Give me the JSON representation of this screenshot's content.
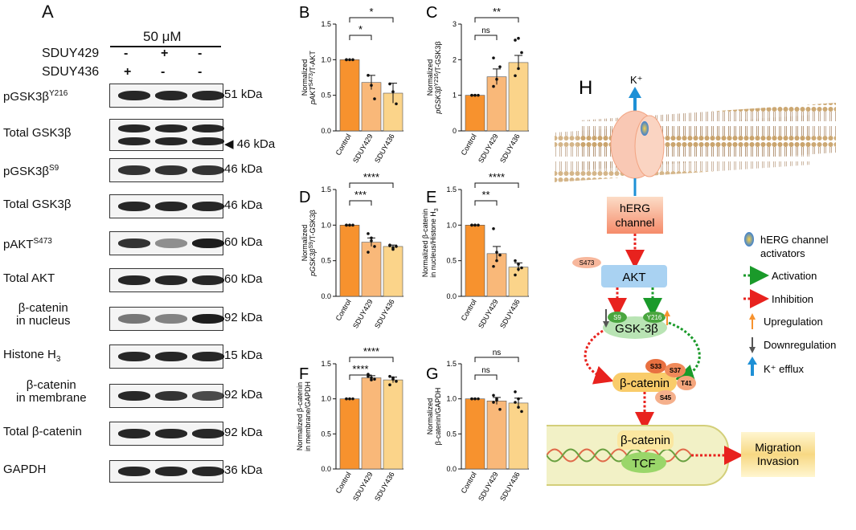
{
  "panelA": {
    "letter": "A",
    "dose": "50 μM",
    "treatments": [
      {
        "name": "SDUY429",
        "signs": [
          "-",
          "+",
          "-"
        ]
      },
      {
        "name": "SDUY436",
        "signs": [
          "+",
          "-",
          "-"
        ]
      }
    ],
    "blots": [
      {
        "label_main": "pGSK3β",
        "label_sup": "Y216",
        "kda": "51 kDa"
      },
      {
        "label_main": "Total GSK3β",
        "label_sup": "",
        "kda": "46 kDa",
        "arrow": "◀"
      },
      {
        "label_main": "pGSK3β",
        "label_sup": "S9",
        "kda": "46 kDa"
      },
      {
        "label_main": "Total GSK3β",
        "label_sup": "",
        "kda": "46 kDa"
      },
      {
        "label_main": "pAKT",
        "label_sup": "S473",
        "kda": "60 kDa"
      },
      {
        "label_main": "Total AKT",
        "label_sup": "",
        "kda": "60 kDa"
      },
      {
        "label_main": "β-catenin",
        "label_line2": "in nucleus",
        "kda": "92 kDa"
      },
      {
        "label_main": "Histone H",
        "label_sub": "3",
        "kda": "15 kDa"
      },
      {
        "label_main": "β-catenin",
        "label_line2": "in membrane",
        "kda": "92 kDa"
      },
      {
        "label_main": "Total β-catenin",
        "label_sup": "",
        "kda": "92 kDa"
      },
      {
        "label_main": "GAPDH",
        "label_sup": "",
        "kda": "36 kDa"
      }
    ]
  },
  "chart_data": [
    {
      "letter": "B",
      "type": "bar",
      "ylabel_line1": "Normalized",
      "ylabel_line2": "pAKT",
      "ylabel_sup": "S473",
      "ylabel_rest": "/T-AKT",
      "categories": [
        "Control",
        "SDUY429",
        "SDUY436"
      ],
      "values": [
        1.0,
        0.68,
        0.53
      ],
      "errors": [
        0,
        0.1,
        0.14
      ],
      "points": [
        [
          1,
          1,
          1,
          1
        ],
        [
          0.78,
          0.64,
          0.45
        ],
        [
          0.66,
          0.55,
          0.38
        ]
      ],
      "ylim": [
        0,
        1.5
      ],
      "yticks": [
        "0.0",
        "0.5",
        "1.0",
        "1.5"
      ],
      "comparisons": [
        {
          "from": 0,
          "to": 1,
          "label": "*"
        },
        {
          "from": 0,
          "to": 2,
          "label": "*"
        }
      ]
    },
    {
      "letter": "C",
      "type": "bar",
      "ylabel_line1": "Normalized",
      "ylabel_line2": "pGSK3β",
      "ylabel_sup": "Y216",
      "ylabel_rest": "/T-GSK3β",
      "categories": [
        "Control",
        "SDUY429",
        "SDUY436"
      ],
      "values": [
        1.0,
        1.52,
        1.92
      ],
      "errors": [
        0,
        0.22,
        0.2
      ],
      "points": [
        [
          1,
          1,
          1,
          1,
          1
        ],
        [
          1.25,
          1.45,
          1.8,
          2.05
        ],
        [
          1.55,
          1.75,
          2.2,
          2.55,
          2.6
        ]
      ],
      "ylim": [
        0,
        3
      ],
      "yticks": [
        "0",
        "1",
        "2",
        "3"
      ],
      "comparisons": [
        {
          "from": 0,
          "to": 1,
          "label": "ns"
        },
        {
          "from": 0,
          "to": 2,
          "label": "**"
        }
      ]
    },
    {
      "letter": "D",
      "type": "bar",
      "ylabel_line1": "Normalized",
      "ylabel_line2": "pGSK3β",
      "ylabel_sup": "S9",
      "ylabel_rest": "/T-GSK3β",
      "categories": [
        "Control",
        "SDUY429",
        "SDUY436"
      ],
      "values": [
        1.0,
        0.76,
        0.7
      ],
      "errors": [
        0,
        0.06,
        0.02
      ],
      "points": [
        [
          1,
          1,
          1,
          1,
          1
        ],
        [
          0.88,
          0.82,
          0.7,
          0.62,
          0.78
        ],
        [
          0.72,
          0.68,
          0.7,
          0.71,
          0.66
        ]
      ],
      "ylim": [
        0,
        1.5
      ],
      "yticks": [
        "0.0",
        "0.5",
        "1.0",
        "1.5"
      ],
      "comparisons": [
        {
          "from": 0,
          "to": 1,
          "label": "***"
        },
        {
          "from": 0,
          "to": 2,
          "label": "****"
        }
      ]
    },
    {
      "letter": "E",
      "type": "bar",
      "ylabel_line1": "Normalized β-catenin",
      "ylabel_line2": "in nucleus/Histone H",
      "ylabel_sub": "3",
      "categories": [
        "Control",
        "SDUY429",
        "SDUY436"
      ],
      "values": [
        1.0,
        0.6,
        0.41
      ],
      "errors": [
        0,
        0.1,
        0.06
      ],
      "points": [
        [
          1,
          1,
          1,
          1,
          1
        ],
        [
          0.95,
          0.62,
          0.58,
          0.42,
          0.5
        ],
        [
          0.5,
          0.45,
          0.4,
          0.3,
          0.38
        ]
      ],
      "ylim": [
        0,
        1.5
      ],
      "yticks": [
        "0.0",
        "0.5",
        "1.0",
        "1.5"
      ],
      "comparisons": [
        {
          "from": 0,
          "to": 1,
          "label": "**"
        },
        {
          "from": 0,
          "to": 2,
          "label": "****"
        }
      ]
    },
    {
      "letter": "F",
      "type": "bar",
      "ylabel_line1": "Normalized β-catenin",
      "ylabel_line2": "in membrane/GAPDH",
      "categories": [
        "Control",
        "SDUY429",
        "SDUY436"
      ],
      "values": [
        1.0,
        1.3,
        1.27
      ],
      "errors": [
        0,
        0.03,
        0.04
      ],
      "points": [
        [
          1,
          1,
          1,
          1,
          1
        ],
        [
          1.35,
          1.3,
          1.28,
          1.32,
          1.27
        ],
        [
          1.32,
          1.28,
          1.25,
          1.2,
          1.3
        ]
      ],
      "ylim": [
        0,
        1.5
      ],
      "yticks": [
        "0.0",
        "0.5",
        "1.0",
        "1.5"
      ],
      "comparisons": [
        {
          "from": 0,
          "to": 1,
          "label": "****"
        },
        {
          "from": 0,
          "to": 2,
          "label": "****"
        }
      ]
    },
    {
      "letter": "G",
      "type": "bar",
      "ylabel_line1": "Normalized",
      "ylabel_line2": "β-catenin/GAPDH",
      "categories": [
        "Control",
        "SDUY429",
        "SDUY436"
      ],
      "values": [
        1.0,
        0.97,
        0.94
      ],
      "errors": [
        0,
        0.05,
        0.07
      ],
      "points": [
        [
          1,
          1,
          1,
          1,
          1
        ],
        [
          1.05,
          0.98,
          0.85,
          0.95,
          1.0
        ],
        [
          1.1,
          1.0,
          0.82,
          0.95,
          0.88
        ]
      ],
      "ylim": [
        0,
        1.5
      ],
      "yticks": [
        "0.0",
        "0.5",
        "1.0",
        "1.5"
      ],
      "comparisons": [
        {
          "from": 0,
          "to": 1,
          "label": "ns"
        },
        {
          "from": 0,
          "to": 2,
          "label": "ns"
        }
      ]
    }
  ],
  "colors": {
    "control": "#f7922e",
    "sduy429": "#f9b879",
    "sduy436": "#fbd48a",
    "activation": "#1a9a2a",
    "inhibition": "#e8221e",
    "up": "#f7922e",
    "down": "#555555",
    "efflux": "#1e90d6"
  },
  "panelH": {
    "letter": "H",
    "kplus": "K⁺",
    "herg_box": "hERG\nchannel",
    "herg_line1": "hERG",
    "herg_line2": "channel",
    "akt": "AKT",
    "s473": "S473",
    "s9": "S9",
    "y216": "Y216",
    "gsk": "GSK-3β",
    "bcat": "β-catenin",
    "s33": "S33",
    "s37": "S37",
    "t41": "T41",
    "s45": "S45",
    "nucleus_bcat": "β-catenin",
    "tcf": "TCF",
    "outcome_line1": "Migration",
    "outcome_line2": "Invasion",
    "legend": [
      {
        "icon": "activator-icon",
        "label_line1": "hERG channel",
        "label_line2": "activators"
      },
      {
        "icon": "activation-arrow-icon",
        "label": "Activation"
      },
      {
        "icon": "inhibition-arrow-icon",
        "label": "Inhibition"
      },
      {
        "icon": "upregulation-arrow-icon",
        "label": "Upregulation"
      },
      {
        "icon": "downregulation-arrow-icon",
        "label": "Downregulation"
      },
      {
        "icon": "efflux-arrow-icon",
        "label": "K⁺ efflux"
      }
    ]
  }
}
